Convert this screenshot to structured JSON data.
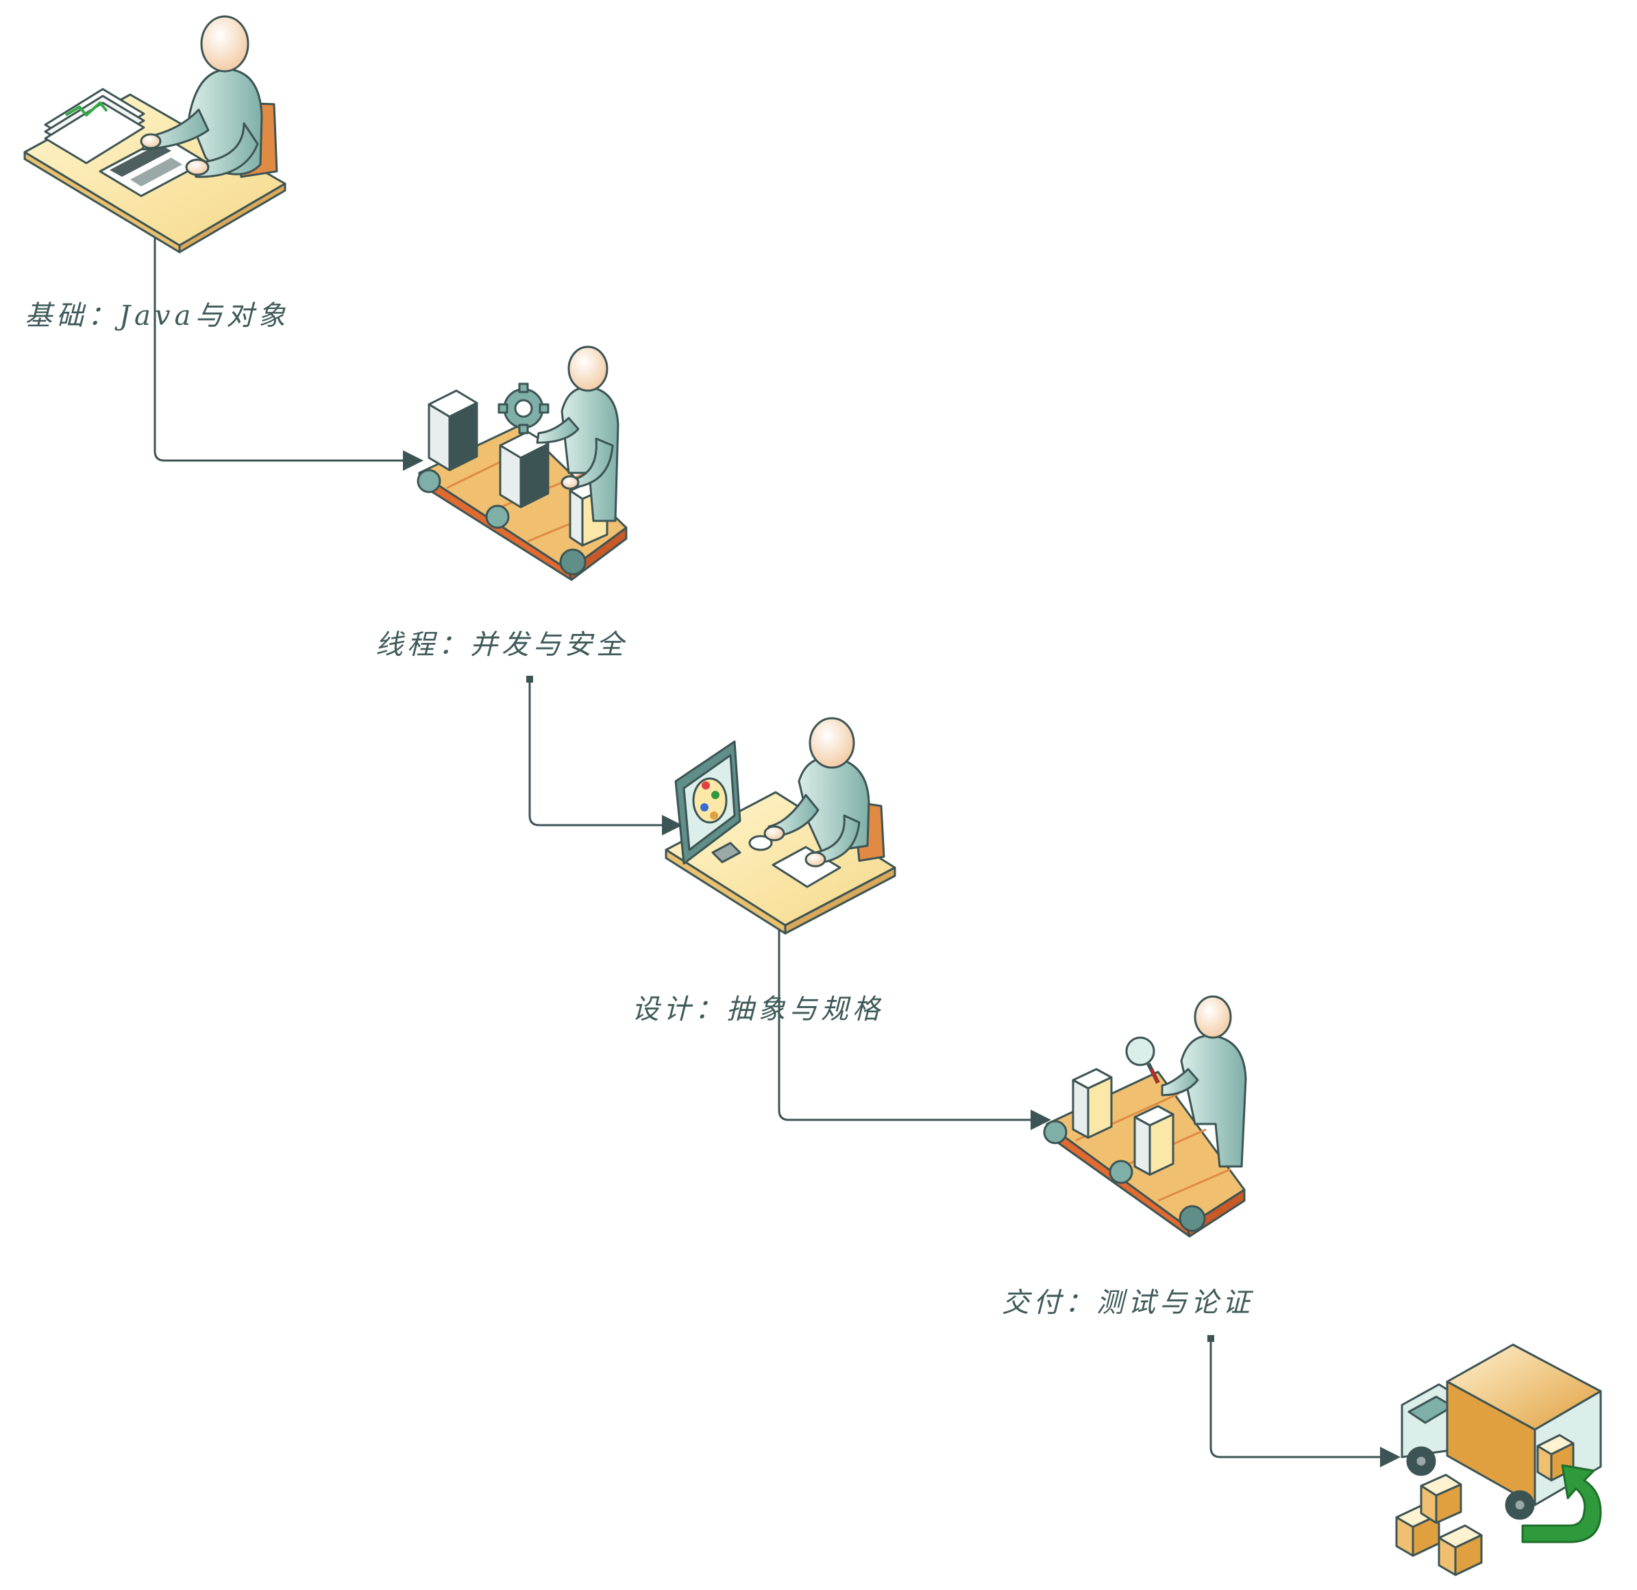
{
  "stages": [
    {
      "label": "基础：Java与对象"
    },
    {
      "label": "线程：并发与安全"
    },
    {
      "label": "设计：抽象与规格"
    },
    {
      "label": "交付：测试与论证"
    }
  ],
  "icons": [
    "desk-worker-icon",
    "conveyor-assembler-icon",
    "computer-designer-icon",
    "conveyor-inspector-icon",
    "delivery-truck-icon"
  ],
  "colors": {
    "connector": "#3d5454",
    "label": "#3f5a5a",
    "desk": "#fbe8a8",
    "person": "#a9cfc8",
    "accent_orange": "#e07a3a",
    "arrow_green": "#2e9a3c"
  }
}
